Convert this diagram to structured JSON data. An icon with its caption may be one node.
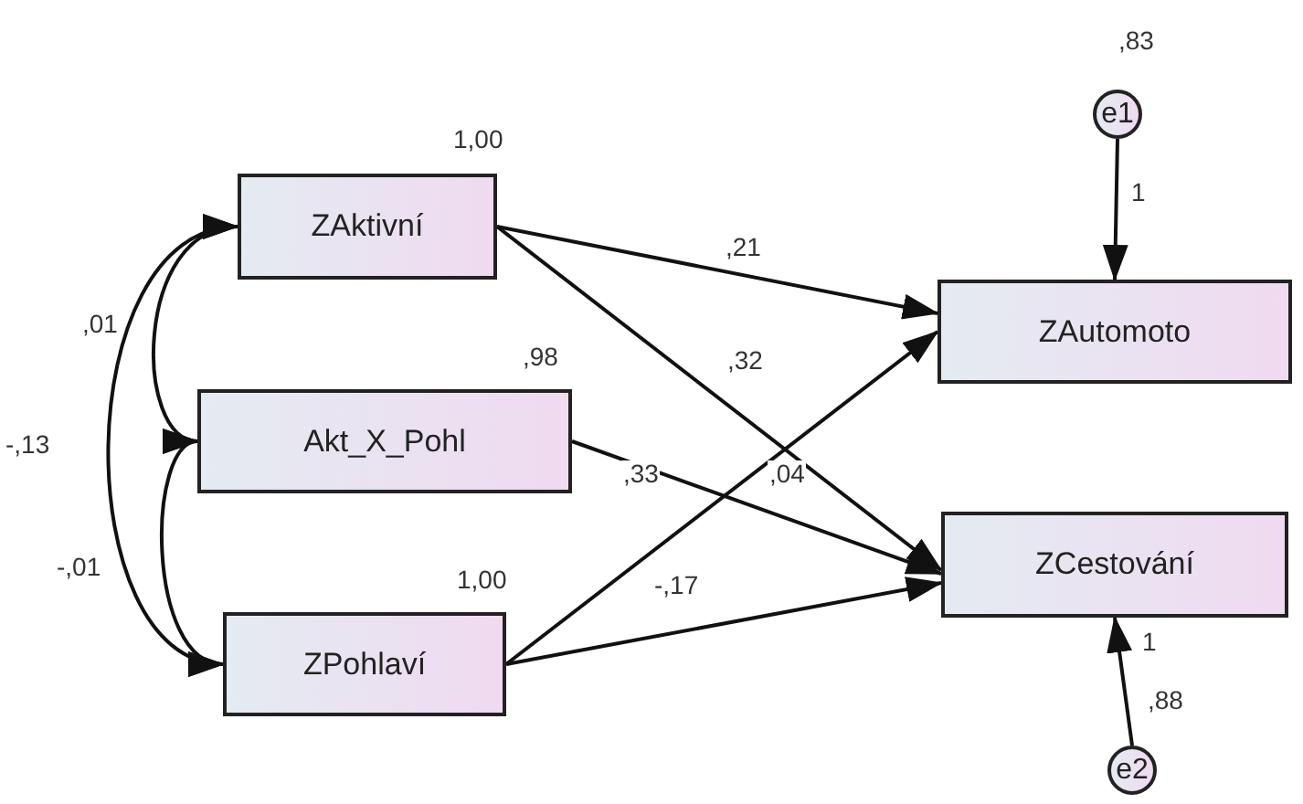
{
  "diagram": {
    "nodes": [
      {
        "text": [
          "ZAktivní"
        ],
        "beside": [
          "1,00"
        ]
      },
      {
        "text": [
          "Akt_X_Pohl"
        ],
        "beside": [
          ",98"
        ]
      },
      {
        "text": [
          "ZPohlaví"
        ],
        "beside": [
          "1,00"
        ]
      },
      {
        "text": [
          "e1"
        ],
        "beside": [
          ",83"
        ]
      },
      {
        "text": [
          "ZAutomoto"
        ]
      },
      {
        "text": [
          "ZCestování"
        ]
      },
      {
        "text": [
          "e2"
        ],
        "beside": [
          ",88"
        ]
      }
    ],
    "edges": [
      {
        "from": 0,
        "to": 4,
        "arrow": "to",
        "label": ",21"
      },
      {
        "from": 0,
        "to": 5,
        "arrow": "to",
        "label": ",32"
      },
      {
        "from": 1,
        "to": 5,
        "arrow": "to",
        "label": ",33"
      },
      {
        "from": 2,
        "to": 4,
        "arrow": "to",
        "label": ",04"
      },
      {
        "from": 2,
        "to": 5,
        "arrow": "to",
        "label": "-,17"
      },
      {
        "from": 3,
        "to": 4,
        "arrow": "to",
        "label": "1"
      },
      {
        "from": 6,
        "to": 5,
        "arrow": "to",
        "label": "1"
      },
      {
        "from": 0,
        "to": 1,
        "arrow": "both",
        "label": ",01"
      },
      {
        "from": 1,
        "to": 2,
        "arrow": "both",
        "label": "-,01"
      },
      {
        "from": 0,
        "to": 2,
        "arrow": "both",
        "label": "-,13"
      }
    ]
  }
}
